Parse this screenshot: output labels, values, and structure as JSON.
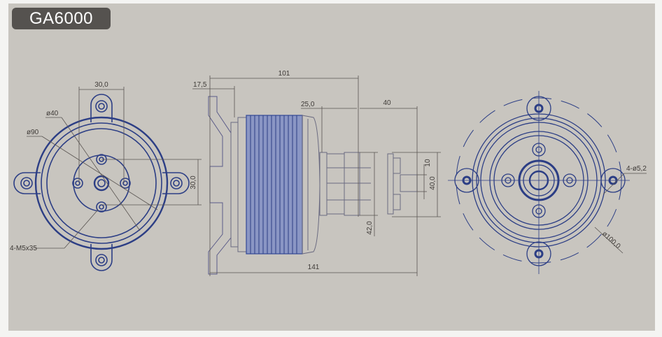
{
  "title": "GA6000",
  "front_view": {
    "width_top": "30,0",
    "height_right": "30,0",
    "dia_inner": "ø40",
    "dia_outer": "ø90",
    "screws": "4-M5x35"
  },
  "side_view": {
    "overall_front": "101",
    "flange": "17,5",
    "shaft_section": "25,0",
    "shaft_length": "40",
    "overall_length": "141",
    "hub_dia": "42,0",
    "adapter_dia": "40,0",
    "shaft_dia": "10"
  },
  "rear_view": {
    "holes": "4-ø5,2",
    "dia": "ø100,0"
  },
  "colors": {
    "line": "#2c3e85",
    "background": "#c8c5bf",
    "badge": "#55524f"
  }
}
